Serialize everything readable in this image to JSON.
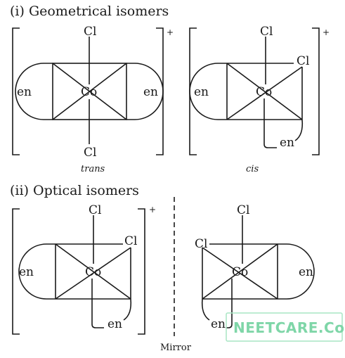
{
  "headings": {
    "geometrical": "(i) Geometrical isomers",
    "optical": "(ii) Optical isomers"
  },
  "labels": {
    "chloro": "Cl",
    "cobalt": "Co",
    "ligand": "en",
    "charge": "+"
  },
  "captions": {
    "trans": "trans",
    "cis": "cis",
    "mirror": "Mirror"
  },
  "watermark": "NEETCARE.Com"
}
